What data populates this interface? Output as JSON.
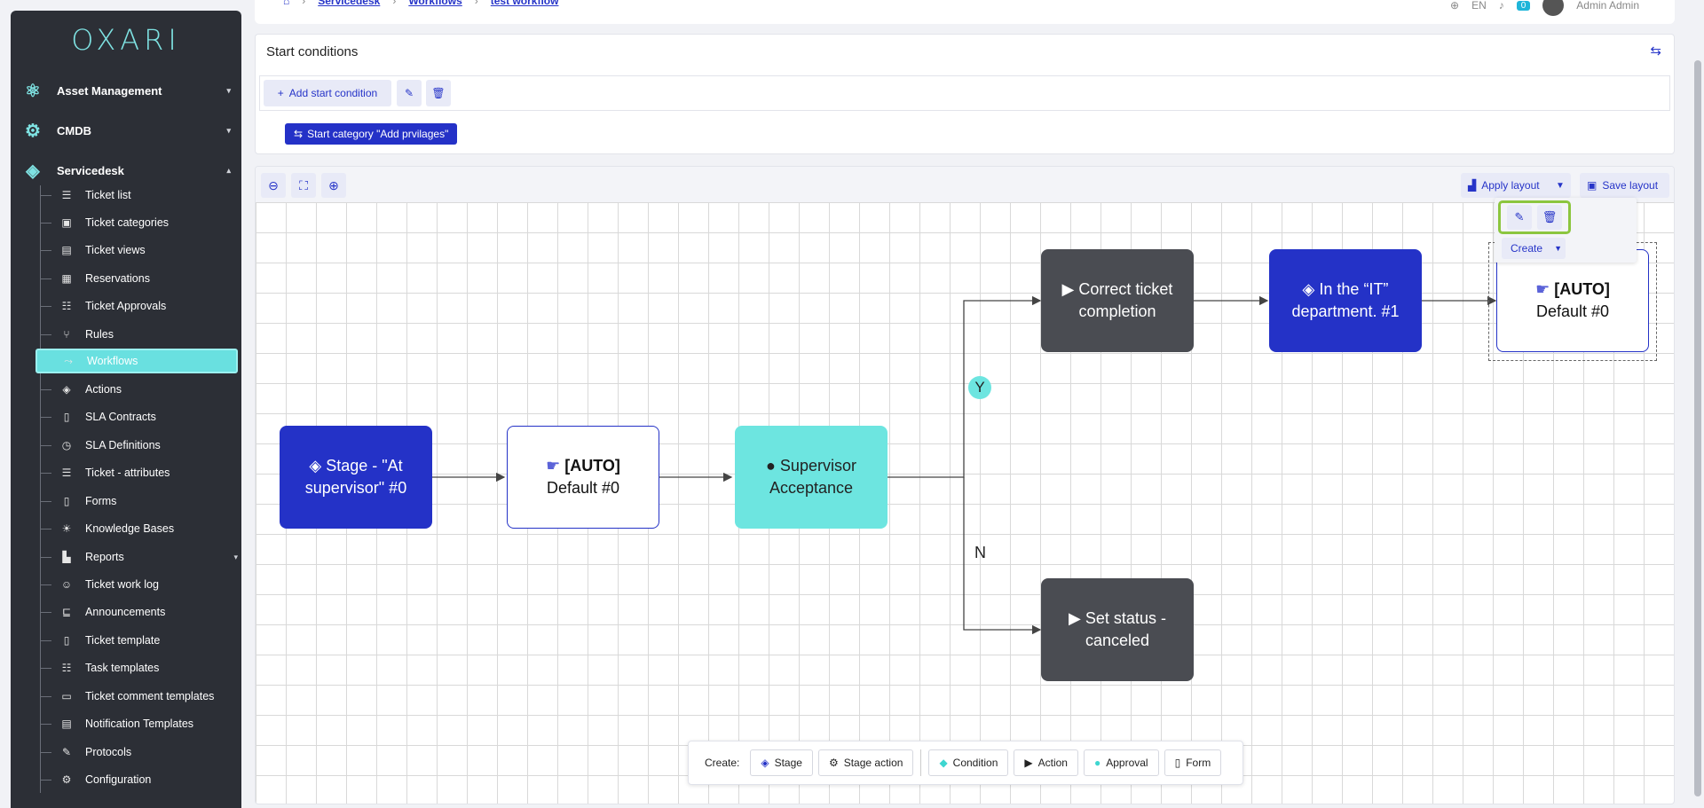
{
  "app": {
    "logo": "OXARI"
  },
  "breadcrumbs": [
    "Servicedesk",
    "Workflows",
    "test workflow"
  ],
  "topbar": {
    "lang": "EN",
    "notifications": "0",
    "user": "Admin Admin"
  },
  "sidebar": {
    "top_items": [
      {
        "label": "Asset Management",
        "icon": "asset-icon"
      },
      {
        "label": "CMDB",
        "icon": "cmdb-icon"
      },
      {
        "label": "Servicedesk",
        "icon": "servicedesk-icon"
      }
    ],
    "sub_items": [
      {
        "label": "Ticket list",
        "icon": "list-icon"
      },
      {
        "label": "Ticket categories",
        "icon": "categories-icon"
      },
      {
        "label": "Ticket views",
        "icon": "table-icon"
      },
      {
        "label": "Reservations",
        "icon": "calendar-icon"
      },
      {
        "label": "Ticket Approvals",
        "icon": "approvals-icon"
      },
      {
        "label": "Rules",
        "icon": "rules-icon"
      },
      {
        "label": "Workflows",
        "icon": "workflow-icon",
        "active": true
      },
      {
        "label": "Actions",
        "icon": "actions-icon"
      },
      {
        "label": "SLA Contracts",
        "icon": "document-icon"
      },
      {
        "label": "SLA Definitions",
        "icon": "timer-icon"
      },
      {
        "label": "Ticket - attributes",
        "icon": "list-icon"
      },
      {
        "label": "Forms",
        "icon": "document-icon"
      },
      {
        "label": "Knowledge Bases",
        "icon": "bulb-icon"
      },
      {
        "label": "Reports",
        "icon": "chart-icon"
      },
      {
        "label": "Ticket work log",
        "icon": "worklog-icon"
      },
      {
        "label": "Announcements",
        "icon": "announcement-icon"
      },
      {
        "label": "Ticket template",
        "icon": "document-icon"
      },
      {
        "label": "Task templates",
        "icon": "list-icon"
      },
      {
        "label": "Ticket comment templates",
        "icon": "comment-template-icon"
      },
      {
        "label": "Notification Templates",
        "icon": "notification-icon"
      },
      {
        "label": "Protocols",
        "icon": "protocol-icon"
      },
      {
        "label": "Configuration",
        "icon": "config-icon"
      }
    ]
  },
  "start_conditions": {
    "title": "Start conditions",
    "add_label": "Add start condition",
    "category_label": "Start category \"Add prvilages\""
  },
  "canvas": {
    "apply_layout": "Apply layout",
    "save_layout": "Save layout",
    "nodes": {
      "stage": "Stage - \"At supervisor\" #0",
      "auto1_bold": "[AUTO]",
      "auto1_rest": "Default #0",
      "supervisor": "Supervisor Acceptance",
      "correct": "Correct ticket completion",
      "it_dept": "In the “IT” department. #1",
      "auto2_bold": "[AUTO]",
      "auto2_rest": "Default #0",
      "canceled": "Set status - canceled"
    },
    "branch_yes": "Y",
    "branch_no": "N",
    "popup_create": "Create"
  },
  "create_bar": {
    "label": "Create:",
    "buttons": [
      "Stage",
      "Stage action",
      "Condition",
      "Action",
      "Approval",
      "Form"
    ]
  },
  "colors": {
    "sidebar_bg": "#2c2f36",
    "accent_blue": "#2432c7",
    "accent_teal": "#6de5e0",
    "dark_node": "#4a4c52",
    "highlight_green": "#8cc63f"
  }
}
